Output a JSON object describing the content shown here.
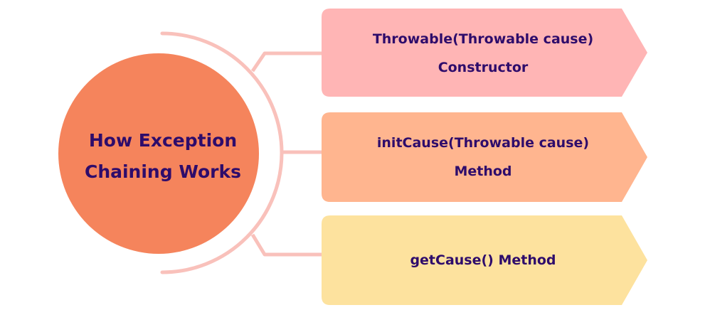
{
  "center": {
    "title": "How Exception\nChaining Works",
    "color": "#f5845c"
  },
  "boxes": [
    {
      "label": "Throwable(Throwable cause)\nConstructor",
      "color": "#ffb5b5"
    },
    {
      "label": "initCause(Throwable cause)\nMethod",
      "color": "#ffb58f"
    },
    {
      "label": "getCause() Method",
      "color": "#fde29e"
    }
  ],
  "colors": {
    "text": "#2e0c6b",
    "connector": "#f9c1bb"
  }
}
